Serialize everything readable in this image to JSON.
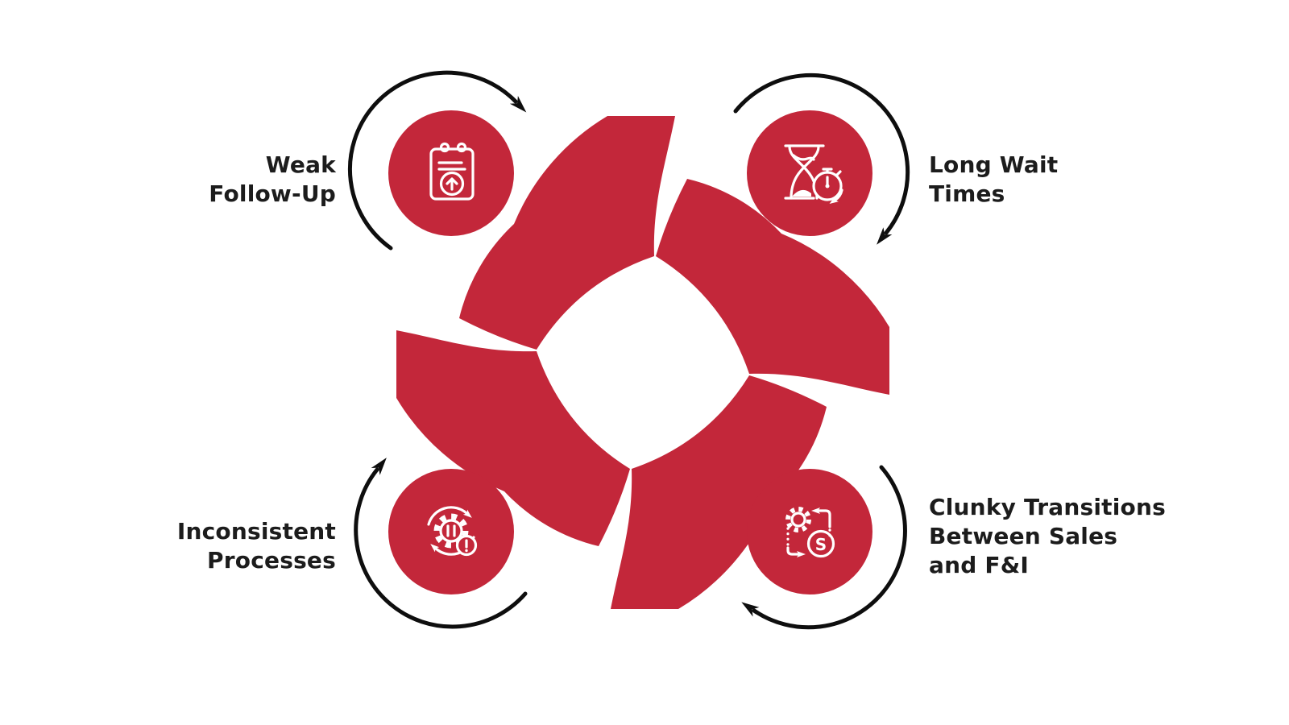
{
  "diagram": {
    "type": "cycle-infographic",
    "background": "#ffffff",
    "accent_red": "#c3273a",
    "arrow_color": "#0e0e0e",
    "text_color": "#1c1c1c",
    "center_shape": "pinwheel-of-four-swooshes",
    "items": [
      {
        "position": "top-left",
        "icon": "notepad-upload-icon",
        "label_lines": [
          "Weak",
          "Follow-Up"
        ]
      },
      {
        "position": "top-right",
        "icon": "hourglass-stopwatch-icon",
        "label_lines": [
          "Long Wait",
          "Times"
        ]
      },
      {
        "position": "bottom-left",
        "icon": "gear-pause-warning-icon",
        "label_lines": [
          "Inconsistent",
          "Processes"
        ]
      },
      {
        "position": "bottom-right",
        "icon": "gear-dollar-exchange-icon",
        "label_lines": [
          "Clunky Transitions",
          "Between Sales",
          "and F&I"
        ]
      }
    ],
    "icon_glyphs": {
      "dollar": "S"
    }
  }
}
